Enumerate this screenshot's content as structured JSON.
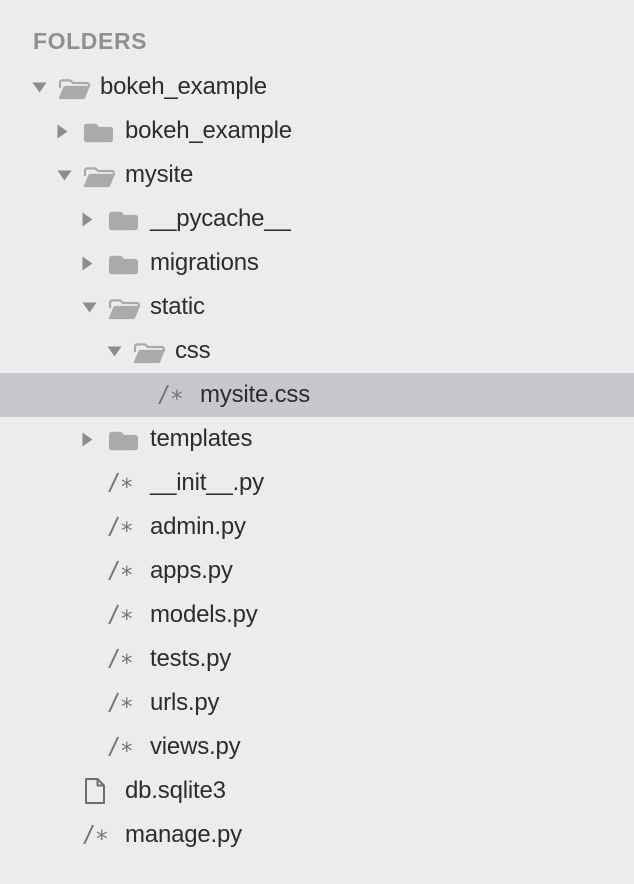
{
  "header": {
    "title": "FOLDERS"
  },
  "colors": {
    "background": "#EBECEE",
    "selection": "#C6C8CE",
    "text": "#2C2D2F",
    "header_text": "#8E9092",
    "folder_icon": "#A8AAAC",
    "triangle_icon": "#8B8D8F",
    "file_glyph": "#747578",
    "document_icon_stroke": "#6E6F71"
  },
  "icons": {
    "source_file_glyph": "/∗"
  },
  "tree": {
    "items": [
      {
        "label": "bokeh_example",
        "level": 0,
        "type": "folder",
        "state": "expanded",
        "selected": false
      },
      {
        "label": "bokeh_example",
        "level": 1,
        "type": "folder",
        "state": "collapsed",
        "selected": false
      },
      {
        "label": "mysite",
        "level": 1,
        "type": "folder",
        "state": "expanded",
        "selected": false
      },
      {
        "label": "__pycache__",
        "level": 2,
        "type": "folder",
        "state": "collapsed",
        "selected": false
      },
      {
        "label": "migrations",
        "level": 2,
        "type": "folder",
        "state": "collapsed",
        "selected": false
      },
      {
        "label": "static",
        "level": 2,
        "type": "folder",
        "state": "expanded",
        "selected": false
      },
      {
        "label": "css",
        "level": 3,
        "type": "folder",
        "state": "expanded",
        "selected": false
      },
      {
        "label": "mysite.css",
        "level": 4,
        "type": "file",
        "icon": "source-file-icon",
        "selected": true
      },
      {
        "label": "templates",
        "level": 2,
        "type": "folder",
        "state": "collapsed",
        "selected": false
      },
      {
        "label": "__init__.py",
        "level": 2,
        "type": "file",
        "icon": "source-file-icon",
        "selected": false
      },
      {
        "label": "admin.py",
        "level": 2,
        "type": "file",
        "icon": "source-file-icon",
        "selected": false
      },
      {
        "label": "apps.py",
        "level": 2,
        "type": "file",
        "icon": "source-file-icon",
        "selected": false
      },
      {
        "label": "models.py",
        "level": 2,
        "type": "file",
        "icon": "source-file-icon",
        "selected": false
      },
      {
        "label": "tests.py",
        "level": 2,
        "type": "file",
        "icon": "source-file-icon",
        "selected": false
      },
      {
        "label": "urls.py",
        "level": 2,
        "type": "file",
        "icon": "source-file-icon",
        "selected": false
      },
      {
        "label": "views.py",
        "level": 2,
        "type": "file",
        "icon": "source-file-icon",
        "selected": false
      },
      {
        "label": "db.sqlite3",
        "level": 1,
        "type": "file",
        "icon": "document-icon",
        "selected": false
      },
      {
        "label": "manage.py",
        "level": 1,
        "type": "file",
        "icon": "source-file-icon",
        "selected": false
      }
    ]
  }
}
